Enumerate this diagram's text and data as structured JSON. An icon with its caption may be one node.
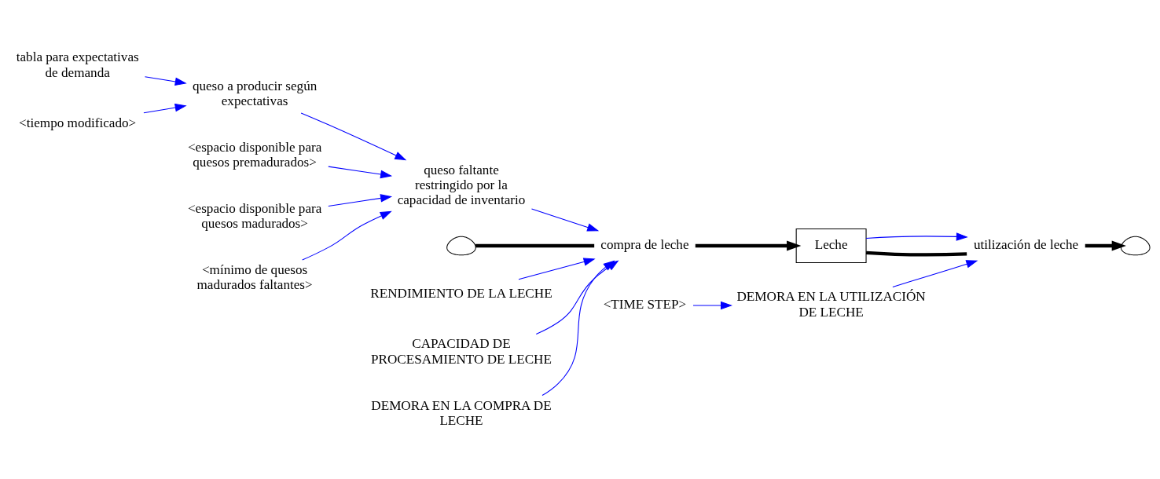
{
  "diagram": {
    "nodes": [
      {
        "text": [
          "tabla para expectativas de demanda"
        ]
      },
      {
        "text": [
          "queso a producir según expectativas"
        ]
      },
      {
        "text": [
          "<tiempo modificado>"
        ]
      },
      {
        "text": [
          "<espacio disponible para quesos premadurados>"
        ]
      },
      {
        "text": [
          "<espacio disponible para quesos madurados>"
        ]
      },
      {
        "text": [
          "queso faltante restringido por la capacidad de inventario"
        ]
      },
      {
        "text": [
          "<mínimo de quesos madurados faltantes>"
        ]
      },
      {
        "text": [],
        "shape": "cloud"
      },
      {
        "text": [
          "compra de leche"
        ]
      },
      {
        "text": [
          "RENDIMIENTO DE LA LECHE"
        ]
      },
      {
        "text": [
          "CAPACIDAD DE PROCESAMIENTO DE LECHE"
        ]
      },
      {
        "text": [
          "Leche"
        ]
      },
      {
        "text": [
          "utilización de leche"
        ]
      },
      {
        "text": [],
        "shape": "cloud"
      },
      {
        "text": [
          "DEMORA EN LA COMPRA DE LECHE"
        ]
      },
      {
        "text": [
          "<TIME STEP>"
        ]
      },
      {
        "text": [
          "DEMORA EN LA UTILIZACIÓN DE LECHE"
        ]
      }
    ],
    "edges": [
      {
        "from": 0,
        "to": 1,
        "arrow": "to"
      },
      {
        "from": 2,
        "to": 1,
        "arrow": "to"
      },
      {
        "from": 1,
        "to": 5,
        "arrow": "to"
      },
      {
        "from": 3,
        "to": 5,
        "arrow": "to"
      },
      {
        "from": 4,
        "to": 5,
        "arrow": "to"
      },
      {
        "from": 6,
        "to": 5,
        "arrow": "to"
      },
      {
        "from": 5,
        "to": 8,
        "arrow": "to"
      },
      {
        "from": 9,
        "to": 8,
        "arrow": "to"
      },
      {
        "from": 10,
        "to": 8,
        "arrow": "to"
      },
      {
        "from": 14,
        "to": 8,
        "arrow": "to"
      },
      {
        "from": 7,
        "to": 8,
        "arrow": "none",
        "style": "thick",
        "color": "#000000"
      },
      {
        "from": 8,
        "to": 11,
        "arrow": "to",
        "style": "thick",
        "color": "#000000"
      },
      {
        "from": 11,
        "to": 12,
        "arrow": "none",
        "style": "thick",
        "color": "#000000"
      },
      {
        "from": 12,
        "to": 13,
        "arrow": "to",
        "style": "thick",
        "color": "#000000"
      },
      {
        "from": 11,
        "to": 12,
        "arrow": "to"
      },
      {
        "from": 15,
        "to": 16,
        "arrow": "to"
      },
      {
        "from": 16,
        "to": 12,
        "arrow": "to"
      }
    ]
  }
}
